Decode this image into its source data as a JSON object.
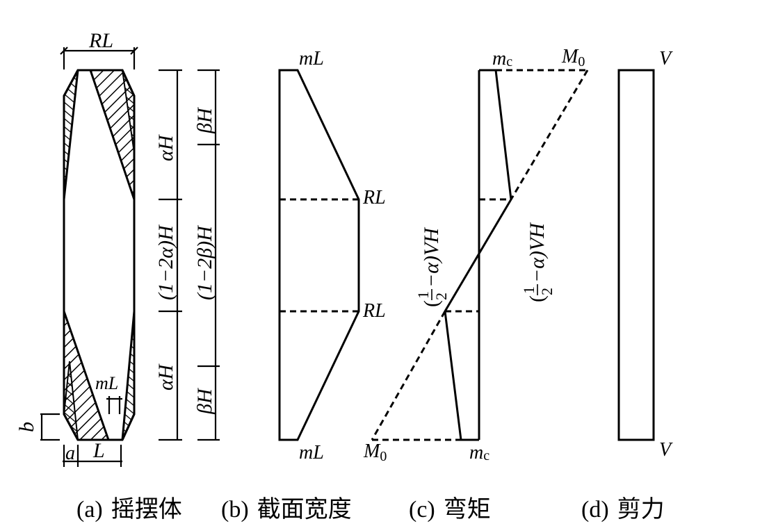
{
  "figure": {
    "panels": [
      {
        "id": "a",
        "caption_tag": "(a)",
        "caption_text": "摇摆体",
        "labels": {
          "top_width": "RL",
          "alpha_top": "αH",
          "alpha_mid": "(1−2α)H",
          "alpha_bottom": "αH",
          "beta_top": "βH",
          "beta_mid": "(1−2β)H",
          "beta_bottom": "βH",
          "chamfer_height": "b",
          "chamfer_width": "a",
          "base_width": "L",
          "toe_width": "mL"
        }
      },
      {
        "id": "b",
        "caption_tag": "(b)",
        "caption_text": "截面宽度",
        "labels": {
          "top": "mL",
          "upper_break": "RL",
          "lower_break": "RL",
          "bottom": "mL"
        }
      },
      {
        "id": "c",
        "caption_tag": "(c)",
        "caption_text": "弯矩",
        "labels": {
          "top_mc": "m",
          "top_mc_sub": "c",
          "top_m0": "M",
          "top_m0_sub": "0",
          "bottom_m0": "M",
          "bottom_m0_sub": "0",
          "bottom_mc": "m",
          "bottom_mc_sub": "c",
          "left_moment": "(½−α)VH",
          "right_moment": "(½−α)VH",
          "frac_num": "1",
          "frac_den": "2",
          "moment_tail": "−α)VH",
          "paren_open": "("
        }
      },
      {
        "id": "d",
        "caption_tag": "(d)",
        "caption_text": "剪力",
        "labels": {
          "top": "V",
          "bottom": "V"
        }
      }
    ]
  }
}
